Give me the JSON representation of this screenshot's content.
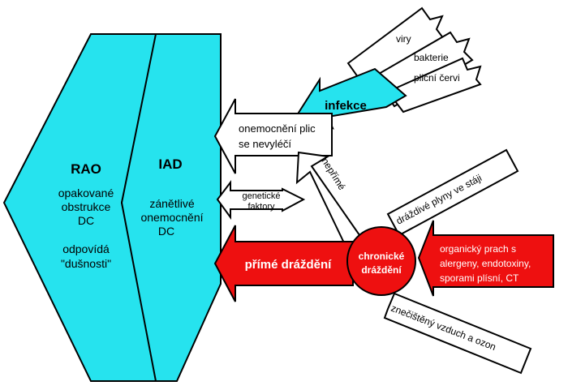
{
  "colors": {
    "cyan": "#26e3ee",
    "red": "#ee1010",
    "white": "#ffffff",
    "black": "#000000"
  },
  "rao": {
    "title": "RAO",
    "lines": [
      "opakované",
      "obstrukce",
      "DC",
      "",
      "odpovídá",
      "\"dušnosti\""
    ]
  },
  "iad": {
    "title": "IAD",
    "lines": [
      "zánětlivé",
      "onemocnění",
      "DC"
    ]
  },
  "infection": {
    "label": "infekce",
    "sources": [
      "viry",
      "bakterie",
      "plicní červi"
    ]
  },
  "lung_disease": {
    "lines": [
      "onemocnění plic",
      "se nevyléčí"
    ]
  },
  "genetic": {
    "lines": [
      "genetické",
      "faktory"
    ]
  },
  "direct": {
    "label": "přímé dráždění"
  },
  "indirect": {
    "label": "nepřímé"
  },
  "chronic": {
    "lines": [
      "chronické",
      "dráždění"
    ]
  },
  "gases": {
    "label": "dráždivé plyny ve stáji"
  },
  "dust": {
    "lines": [
      "organický prach s",
      "alergeny, endotoxiny,",
      "sporami plísní, CT"
    ]
  },
  "polluted": {
    "label": "znečištěný vzduch a ozon"
  }
}
